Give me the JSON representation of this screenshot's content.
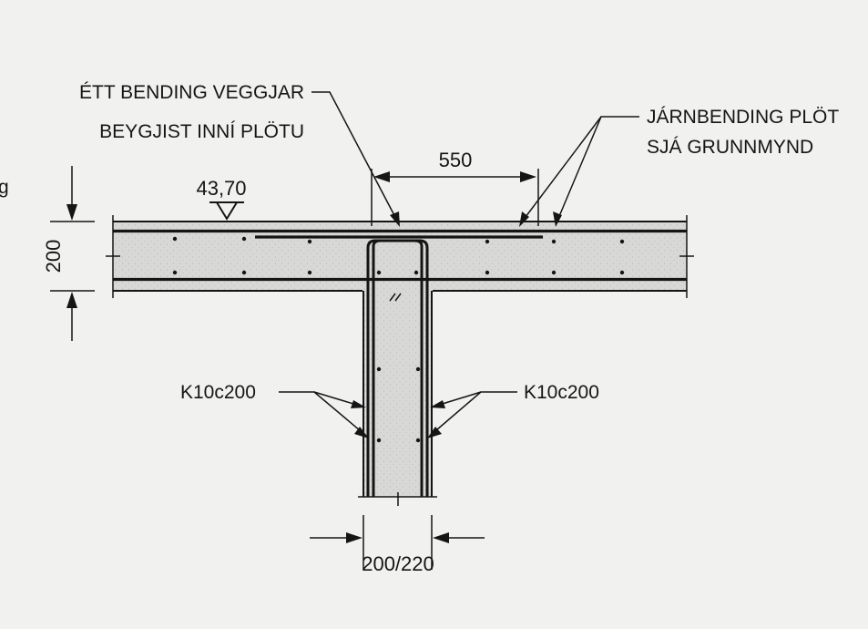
{
  "labels": {
    "wall_bend_line1": "ÉTT BENDING VEGGJAR",
    "wall_bend_line2": "BEYGJIST INNÍ PLÖTU",
    "slab_bend_line1": "JÁRNBENDING PLÖT",
    "slab_bend_line2": "SJÁ GRUNNMYND",
    "rebar_left": "K10c200",
    "rebar_right": "K10c200",
    "level_mark": "43,70",
    "stray_mark": "g"
  },
  "dimensions": {
    "lap_length": "550",
    "slab_thickness": "200",
    "wall_thickness": "200/220"
  },
  "colors": {
    "ink": "#151515",
    "concrete": "#d8d8d6",
    "paper": "#f1f1ef"
  }
}
